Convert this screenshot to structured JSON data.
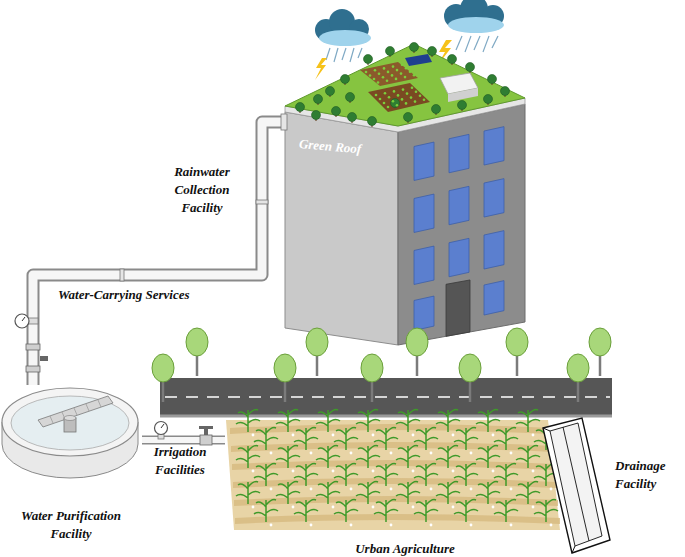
{
  "diagram": {
    "nodes": [
      {
        "text": [
          "Green Roof"
        ]
      },
      {
        "text": [
          "Water Purification Facility"
        ]
      },
      {
        "text": [
          "Urban Agriculture"
        ]
      },
      {
        "text": [
          "Drainage Facility"
        ]
      }
    ],
    "edges": [
      {
        "from": 0,
        "to": 1,
        "arrow": "none"
      },
      {
        "from": 1,
        "to": 2,
        "arrow": "none"
      }
    ],
    "labels": [
      "Rainwater Collection Facility",
      "Water-Carrying Services",
      "Irrigation Facilities"
    ]
  }
}
